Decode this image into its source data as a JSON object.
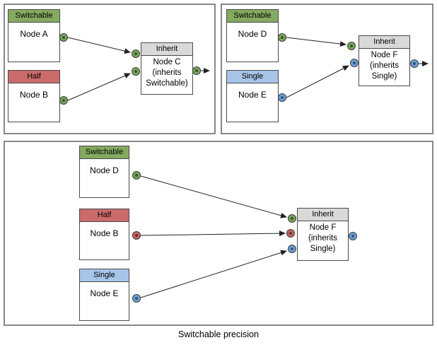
{
  "caption": "Switchable precision",
  "colors": {
    "switchable_green": "#83aa60",
    "half_red": "#cb6a6a",
    "single_blue": "#a6c5e8",
    "inherit_gray": "#d9d9d9",
    "port_green": "#76a75a",
    "port_red": "#c96262",
    "port_blue": "#6ba0d9",
    "node_border": "#4a4a4a",
    "panel_border": "#878787",
    "edge_color": "#222222"
  },
  "nodes": {
    "a": {
      "type": "Switchable",
      "name": "Node A"
    },
    "b": {
      "type": "Half",
      "name": "Node B"
    },
    "c": {
      "type": "Inherit",
      "name": "Node C (inherits Switchable)"
    },
    "d": {
      "type": "Switchable",
      "name": "Node D"
    },
    "e": {
      "type": "Single",
      "name": "Node E"
    },
    "f": {
      "type": "Inherit",
      "name": "Node F (inherits Single)"
    }
  }
}
